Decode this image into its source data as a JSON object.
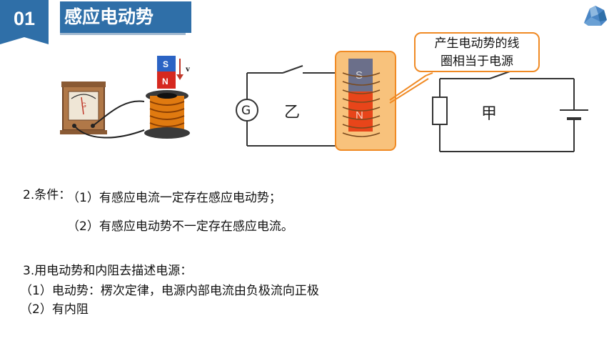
{
  "header": {
    "number": "01",
    "title": "感应电动势"
  },
  "callout": {
    "line1": "产生电动势的线",
    "line2": "圈相当于电源"
  },
  "diagram": {
    "galvanometer_label": "G",
    "left_circuit_label": "乙",
    "right_circuit_label": "甲",
    "magnet_top_label": "S",
    "magnet_bottom_label": "N",
    "photo_magnet_s": "S",
    "photo_magnet_n": "N",
    "photo_velocity": "v",
    "photo_meter_label": "G"
  },
  "content": {
    "condition_label": "2.条件：",
    "condition_1": "（1）有感应电流一定存在感应电动势；",
    "condition_2": "（2）有感应电动势不一定存在感应电流。",
    "section3_title": "3.用电动势和内阻去描述电源：",
    "section3_item1": "（1）电动势：楞次定律，电源内部电流由负极流向正极",
    "section3_item2": "（2）有内阻"
  },
  "colors": {
    "header_blue": "#2f6fa8",
    "callout_orange": "#f08a24",
    "highlight_fill": "#f8c27c"
  }
}
